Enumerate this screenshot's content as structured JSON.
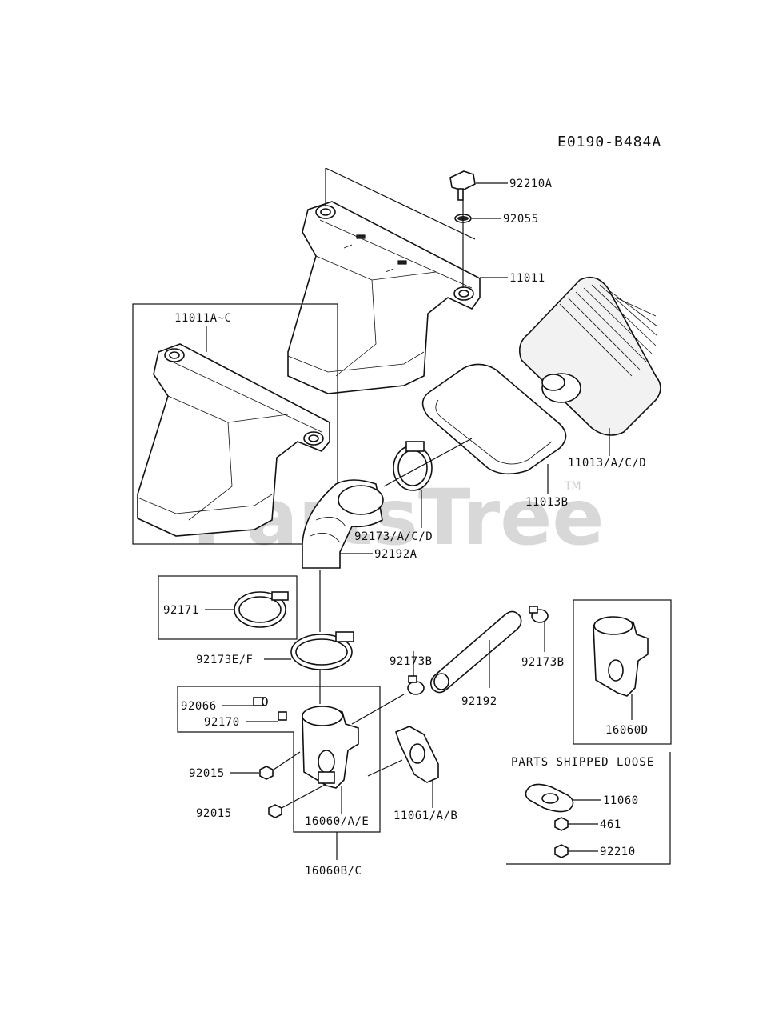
{
  "diagram_id": "E0190-B484A",
  "watermark": {
    "text": "PartsTree",
    "trademark": "TM"
  },
  "parts_shipped_loose_header": "PARTS SHIPPED LOOSE",
  "labels": {
    "p92210A": "92210A",
    "p92055": "92055",
    "p11011": "11011",
    "p11011AC": "11011A~C",
    "p11013ACD": "11013/A/C/D",
    "p11013B": "11013B",
    "p92173ACD": "92173/A/C/D",
    "p92192A": "92192A",
    "p92171": "92171",
    "p92173EF": "92173E/F",
    "p92173B_left": "92173B",
    "p92173B_right": "92173B",
    "p92192": "92192",
    "p16060D": "16060D",
    "p92066": "92066",
    "p92170": "92170",
    "p92015_a": "92015",
    "p92015_b": "92015",
    "p16060AE": "16060/A/E",
    "p11061AB": "11061/A/B",
    "p16060BC": "16060B/C",
    "p11060": "11060",
    "p461": "461",
    "p92210": "92210"
  }
}
